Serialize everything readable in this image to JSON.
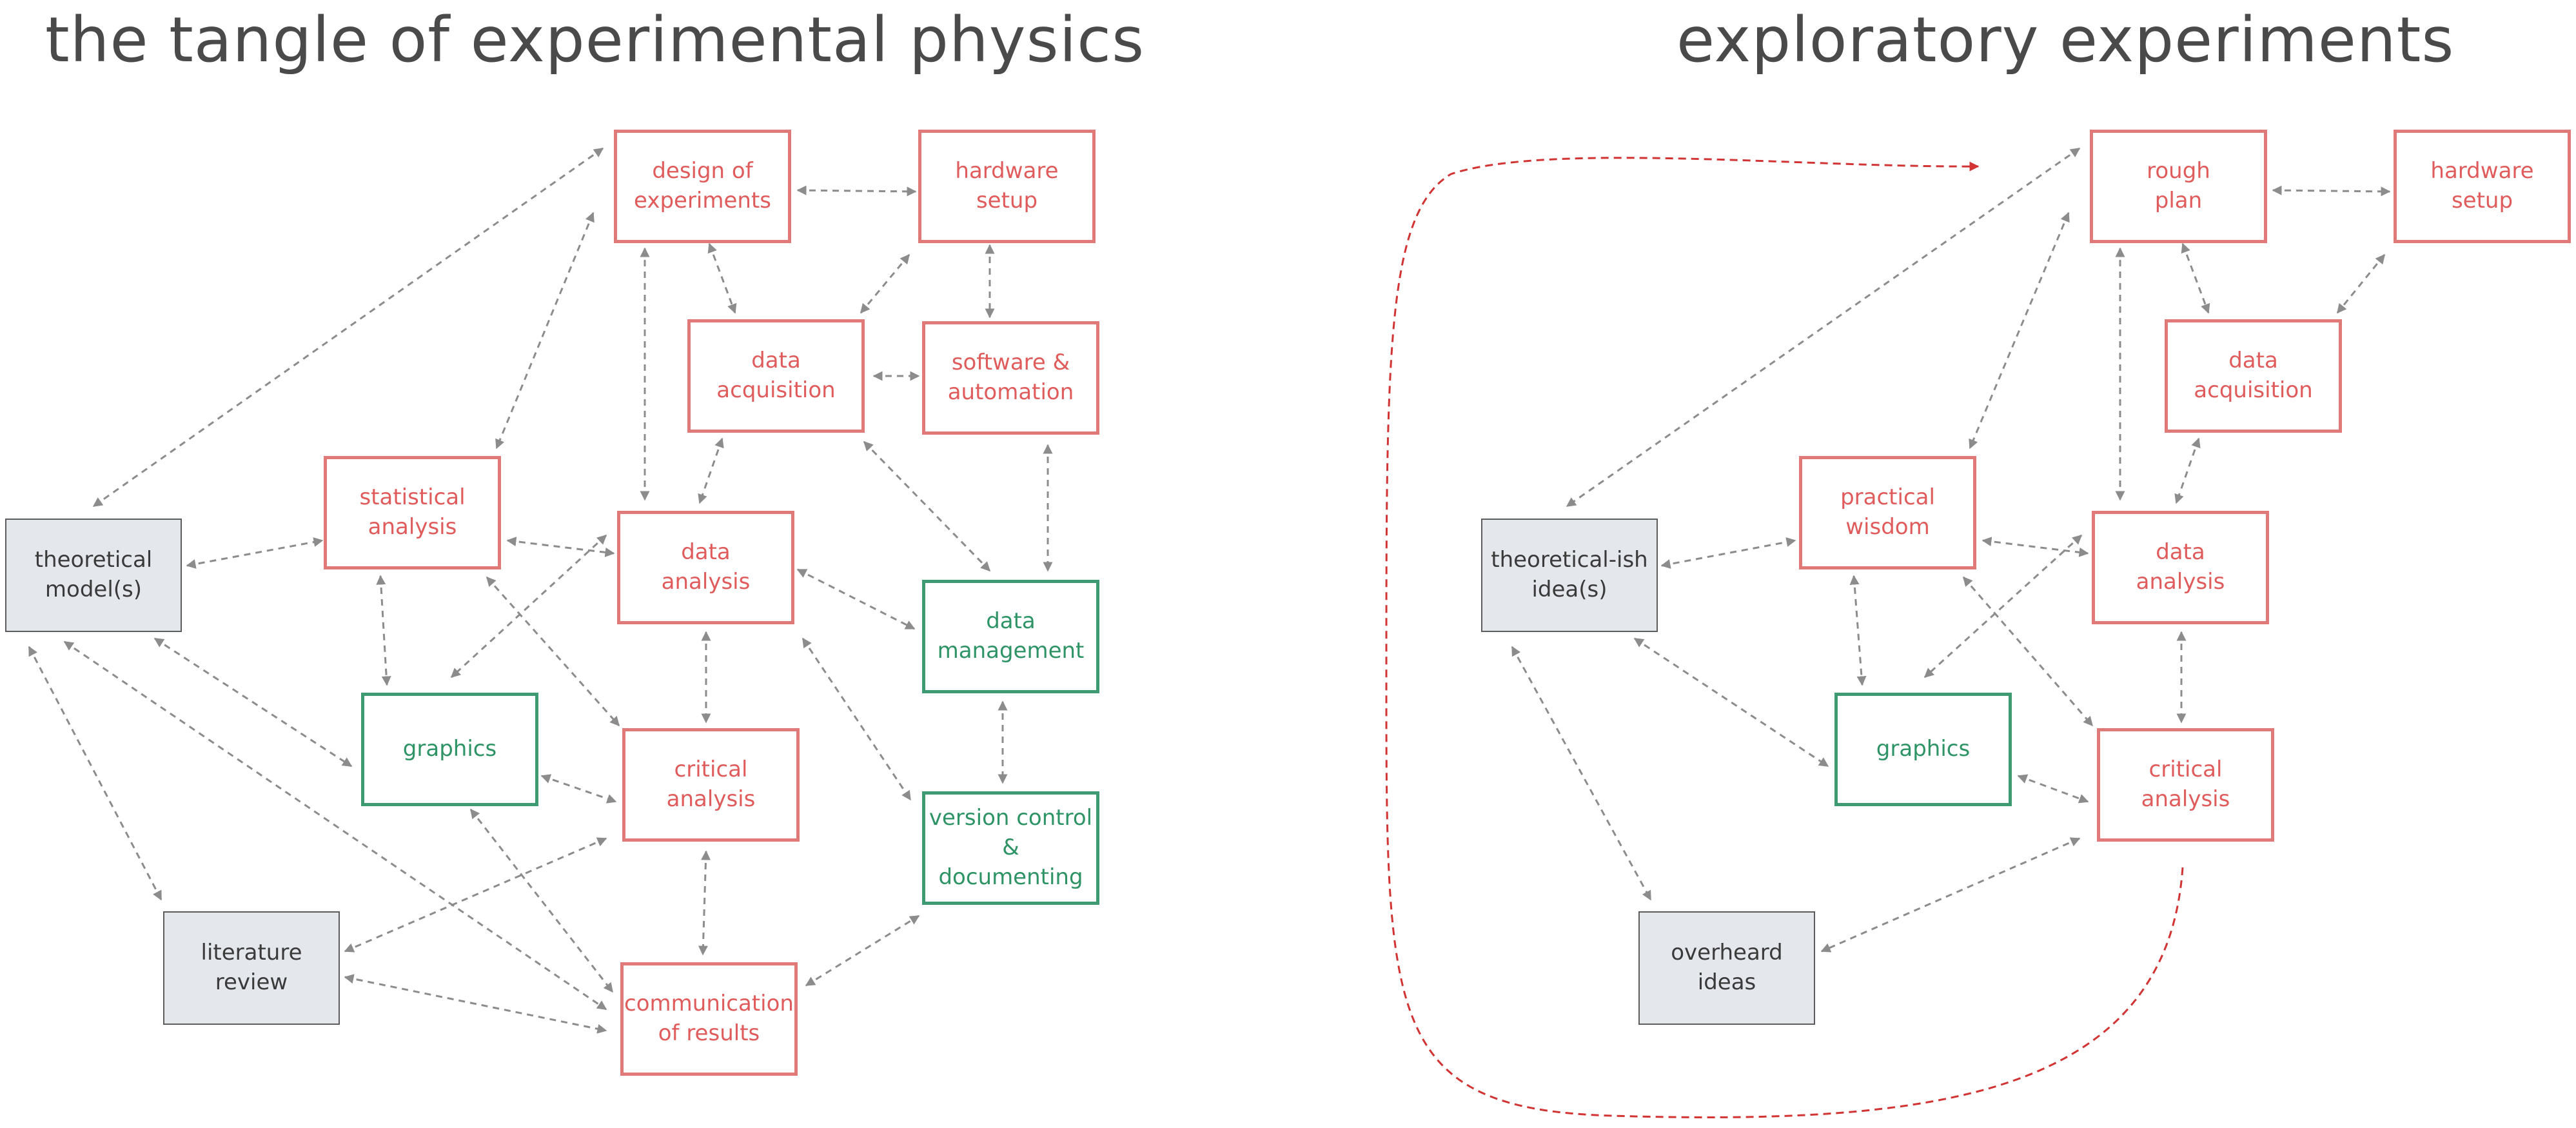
{
  "titles": {
    "left": "the tangle of experimental physics",
    "right": "exploratory experiments"
  },
  "colors": {
    "red_border": "#e07a78",
    "red_text": "#e05c5c",
    "green_border": "#3d9a72",
    "green_text": "#2e9466",
    "gray_fill": "#e4e7ec",
    "arrow": "#8c8c8c",
    "loop": "#d23434"
  },
  "left_diagram": {
    "nodes": {
      "design_of_experiments": "design of\nexperiments",
      "hardware_setup": "hardware\nsetup",
      "data_acquisition": "data\nacquisition",
      "software_automation": "software &\nautomation",
      "statistical_analysis": "statistical\nanalysis",
      "theoretical_models": "theoretical\nmodel(s)",
      "data_analysis": "data\nanalysis",
      "data_management": "data\nmanagement",
      "graphics": "graphics",
      "critical_analysis": "critical\nanalysis",
      "version_control": "version control\n& documenting",
      "literature_review": "literature\nreview",
      "communication_of_results": "communication\nof results"
    }
  },
  "right_diagram": {
    "nodes": {
      "rough_plan": "rough\nplan",
      "hardware_setup": "hardware\nsetup",
      "data_acquisition": "data\nacquisition",
      "practical_wisdom": "practical\nwisdom",
      "theoretical_ish_ideas": "theoretical-ish\nidea(s)",
      "data_analysis": "data\nanalysis",
      "graphics": "graphics",
      "critical_analysis": "critical\nanalysis",
      "overheard_ideas": "overheard\nideas"
    }
  }
}
